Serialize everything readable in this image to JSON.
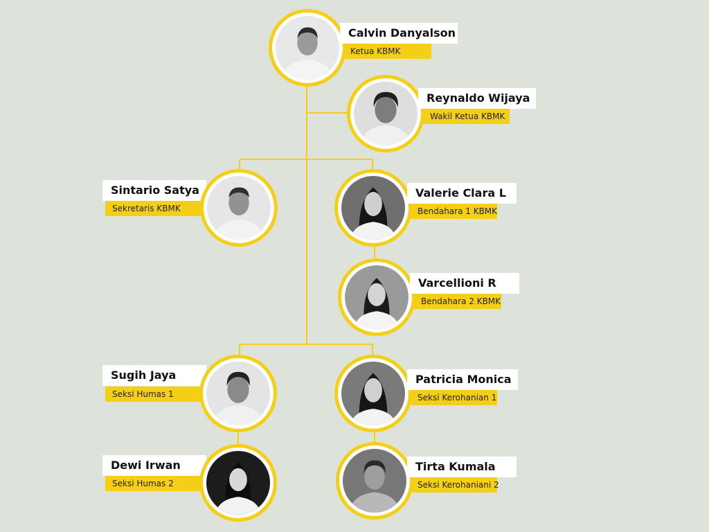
{
  "colors": {
    "background": "#dde3da",
    "accent": "#f5cf16",
    "label_bg": "#ffffff"
  },
  "members": [
    {
      "name": "Calvin Danyalson",
      "role": "Ketua KBMK"
    },
    {
      "name": "Reynaldo Wijaya",
      "role": "Wakil Ketua KBMK"
    },
    {
      "name": "Sintario Satya",
      "role": "Sekretaris KBMK"
    },
    {
      "name": "Valerie Clara L",
      "role": "Bendahara 1 KBMK"
    },
    {
      "name": "Varcellioni R",
      "role": "Bendahara 2 KBMK"
    },
    {
      "name": "Sugih Jaya",
      "role": "Seksi Humas 1"
    },
    {
      "name": "Patricia Monica",
      "role": "Seksi Kerohanian 1"
    },
    {
      "name": "Dewi Irwan",
      "role": "Seksi Humas 2"
    },
    {
      "name": "Tirta Kumala",
      "role": "Seksi Kerohaniani 2"
    }
  ],
  "photo_icon": "person-portrait-icon"
}
